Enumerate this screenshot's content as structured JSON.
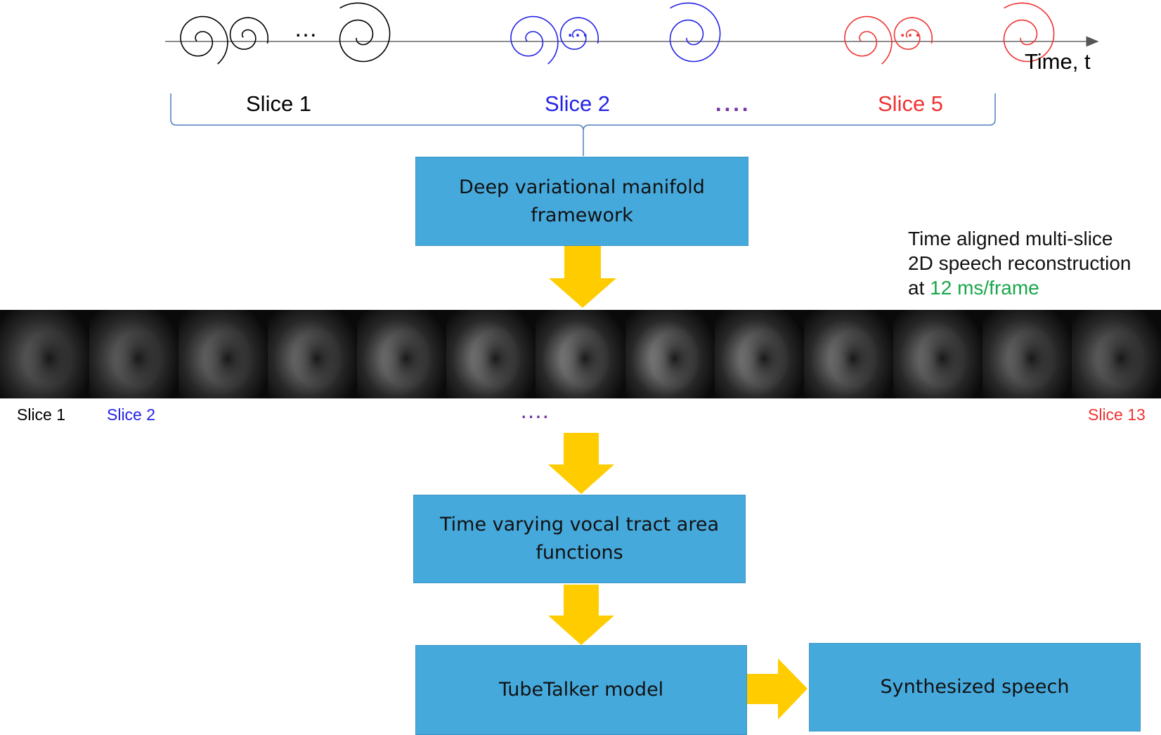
{
  "timeline": {
    "axis_label": "Time, t",
    "top_ellipses": "…",
    "groups": [
      {
        "label": "Slice 1",
        "color": "#000000"
      },
      {
        "label": "Slice 2",
        "color": "#2323E6"
      },
      {
        "label": "Slice 5",
        "color": "#F03232"
      }
    ],
    "between_dots": "....",
    "between_dots_color": "#7030A0"
  },
  "boxes": {
    "manifold": "Deep variational manifold framework",
    "area_functions": "Time varying vocal tract area functions",
    "tubetalker": "TubeTalker model",
    "speech": "Synthesized speech"
  },
  "note": {
    "line1": "Time aligned multi-slice",
    "line2": "2D speech reconstruction",
    "line3_prefix": "at ",
    "line3_highlight": "12 ms/frame",
    "highlight_color": "#1AA64B"
  },
  "filmstrip": {
    "frame_count": 13,
    "labels": {
      "first": "Slice 1",
      "second": "Slice 2",
      "dots": "....",
      "last": "Slice 13"
    }
  },
  "colors": {
    "box_fill": "#46A9DC",
    "arrow": "#FFCC00",
    "brace": "#4F7FBF",
    "black_slice": "#000000",
    "blue_slice": "#2323E6",
    "red_slice": "#F03232",
    "dots_purple": "#7030A0"
  }
}
